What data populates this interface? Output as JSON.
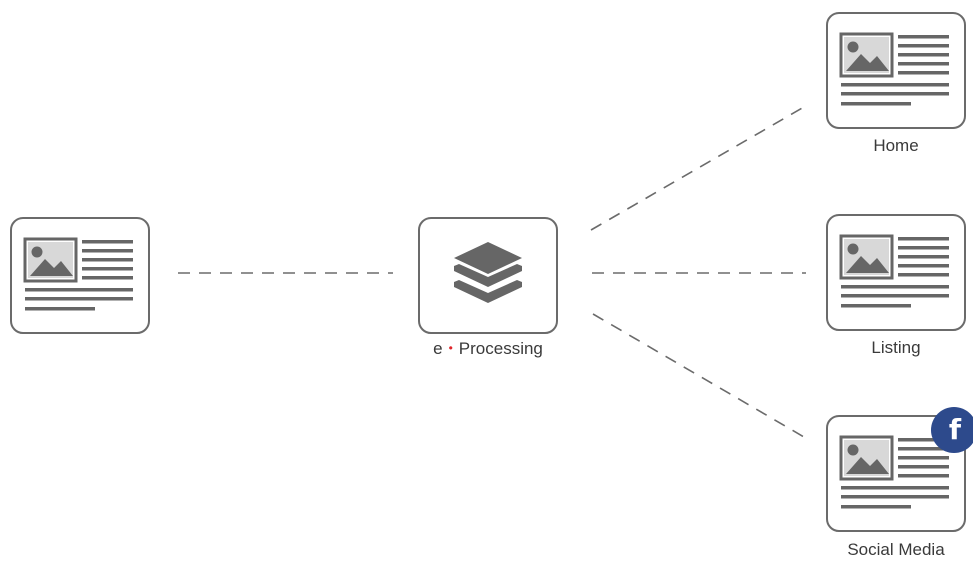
{
  "processing": {
    "prefix": "e",
    "separator": "•",
    "label": "Processing"
  },
  "outputs": [
    {
      "label": "Home"
    },
    {
      "label": "Listing"
    },
    {
      "label": "Social Media"
    }
  ],
  "icons": {
    "source": "article-card-icon",
    "processor": "layers-stack-icon",
    "output": "article-card-icon",
    "social_badge": "facebook-icon"
  },
  "badge": {
    "glyph": "f"
  },
  "colors": {
    "stroke": "#6b6b6b",
    "icon_gray": "#666666",
    "badge_blue": "#2d4a8c",
    "dot_red": "#e0262b"
  }
}
